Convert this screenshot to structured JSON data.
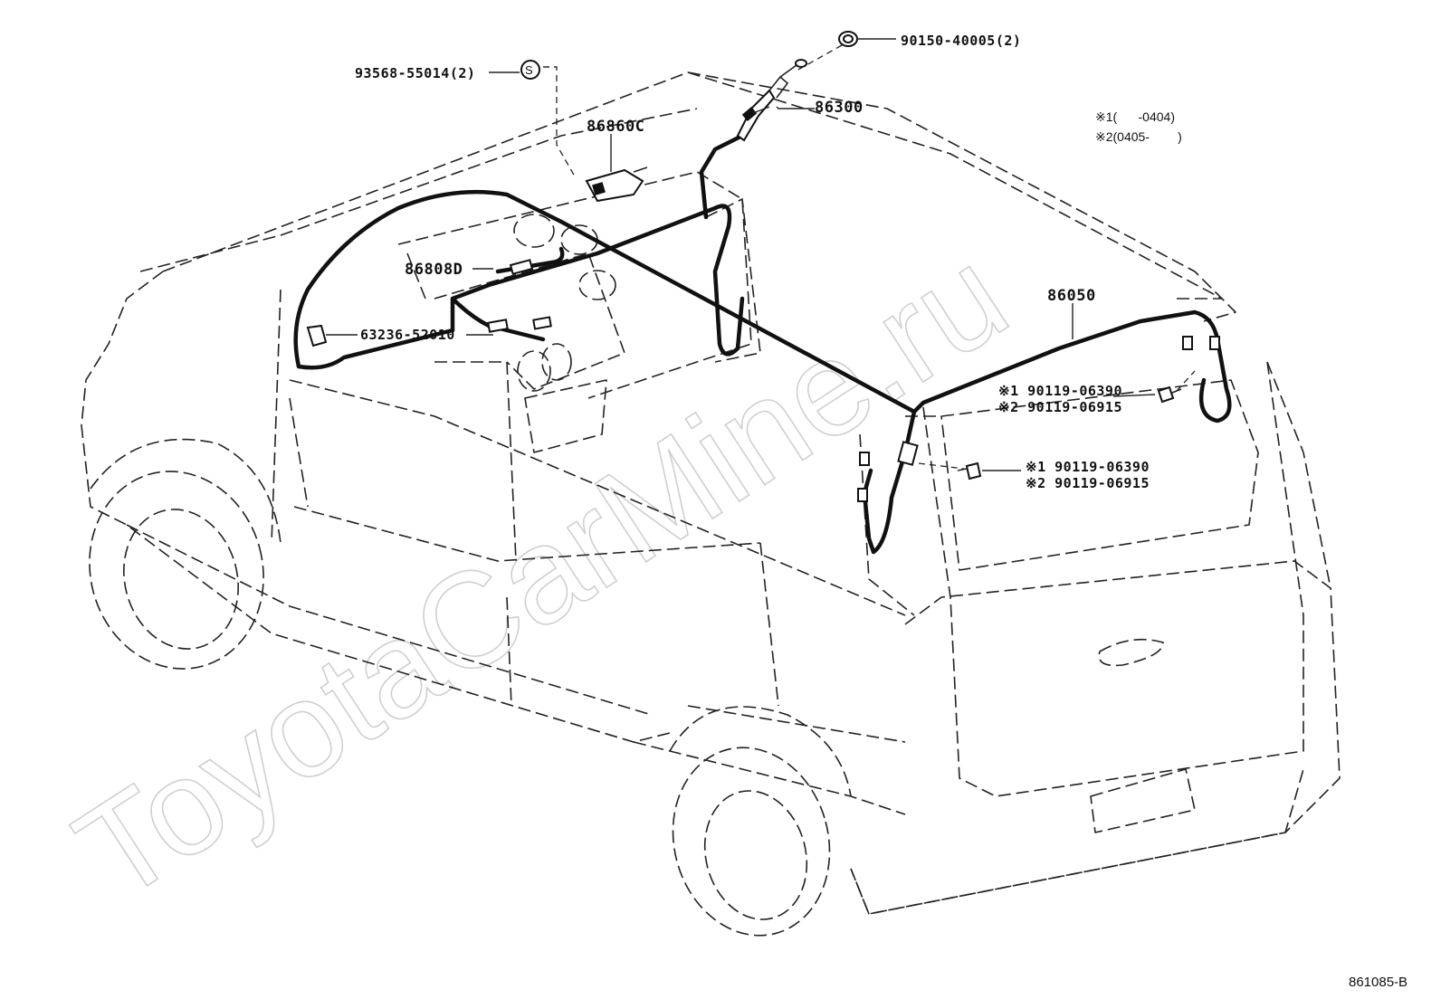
{
  "diagram": {
    "watermark": "ToyotaCarMine.ru",
    "figure_code": "861085-B",
    "legend": {
      "line1": "※1(      -0404)",
      "line2": "※2(0405-        )"
    },
    "labels": {
      "nut_antenna": "90150-40005(2)",
      "clip": "93568-55014(2)",
      "antenna_pole": "86300",
      "amplifier": "86860C",
      "cord": "86808D",
      "retainer": "63236-52010",
      "harness": "86050",
      "screw_a_1": "※1  90119-06390",
      "screw_a_2": "※2  90119-06915",
      "screw_b_1": "※1  90119-06390",
      "screw_b_2": "※2  90119-06915"
    }
  }
}
